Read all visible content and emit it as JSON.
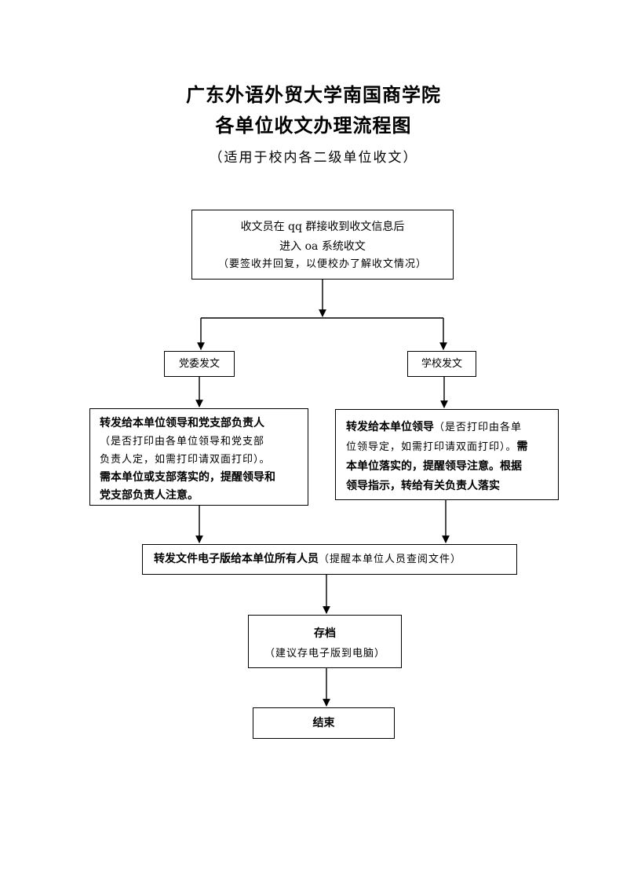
{
  "title": {
    "line1": "广东外语外贸大学南国商学院",
    "line2": "各单位收文办理流程图",
    "subtitle": "（适用于校内各二级单位收文）"
  },
  "start": {
    "line1": "收文员在 qq 群接收到收文信息后",
    "line2": "进入 oa 系统收文",
    "note": "（要签收并回复，以便校办了解收文情况）"
  },
  "branches": {
    "party": "党委发文",
    "school": "学校发文"
  },
  "left_step": {
    "line1": "转发给本单位领导和党支部负责人",
    "note1": "（是否打印由各单位领导和党支部",
    "note2": "负责人定，如需打印请双面打印）。",
    "line2": "需本单位或支部落实的，提醒领导和",
    "line3": "党支部负责人注意。"
  },
  "right_step": {
    "lead": "转发给本单位领导",
    "note1": "（是否打印由各单",
    "note2": "位领导定，如需打印请双面打印）。",
    "tail1": "需",
    "line3": "本单位落实的，提醒领导注意。根据",
    "line4": "领导指示，转给有关负责人落实"
  },
  "forward_all": {
    "main": "转发文件电子版给本单位所有人员",
    "note": "（提醒本单位人员查阅文件）"
  },
  "archive": {
    "title": "存档",
    "note": "（建议存电子版到电脑）"
  },
  "end": {
    "label": "结束"
  }
}
